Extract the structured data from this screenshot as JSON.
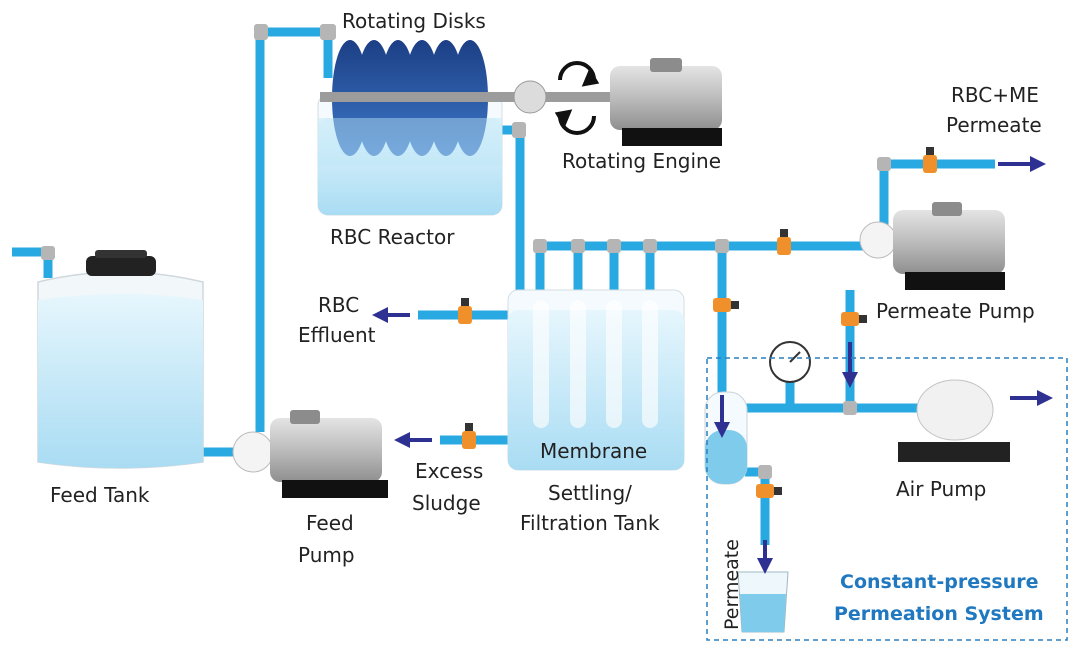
{
  "labels": {
    "rotating_disks": "Rotating Disks",
    "rotating_engine": "Rotating Engine",
    "rbc_reactor": "RBC Reactor",
    "rbc_me_line1": "RBC+ME",
    "rbc_me_line2": "Permeate",
    "rbc_effluent_line1": "RBC",
    "rbc_effluent_line2": "Effluent",
    "permeate_pump": "Permeate Pump",
    "feed_tank": "Feed Tank",
    "feed_pump_line1": "Feed",
    "feed_pump_line2": "Pump",
    "excess_sludge_line1": "Excess",
    "excess_sludge_line2": "Sludge",
    "membrane": "Membrane",
    "settling_line1": "Settling/",
    "settling_line2": "Filtration Tank",
    "air_pump": "Air Pump",
    "permeate_vertical": "Permeate",
    "cp_line1": "Constant-pressure",
    "cp_line2": "Permeation System"
  },
  "colors": {
    "pipe": "#29a9e1",
    "valve": "#f0902a",
    "arrow": "#2e3192",
    "highlight_text": "#1f78c0",
    "water": "#bfe6f7",
    "disk": "#1f4e9c"
  }
}
